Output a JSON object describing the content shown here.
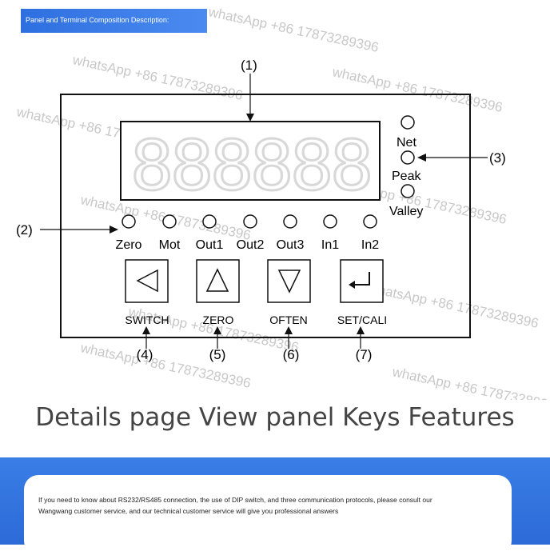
{
  "header": {
    "title": "Panel and Terminal Composition Description:"
  },
  "callouts": [
    "(1)",
    "(2)",
    "(3)",
    "(4)",
    "(5)",
    "(6)",
    "(7)"
  ],
  "display": {
    "digits": "888888"
  },
  "status_leds": [
    "Net",
    "Peak",
    "Valley"
  ],
  "indicator_leds": [
    "Zero",
    "Mot",
    "Out1",
    "Out2",
    "Out3",
    "In1",
    "In2"
  ],
  "keys": [
    {
      "label": "SWITCH",
      "icon": "left-triangle-icon"
    },
    {
      "label": "ZERO",
      "icon": "up-triangle-icon"
    },
    {
      "label": "OFTEN",
      "icon": "down-triangle-icon"
    },
    {
      "label": "SET/CALI",
      "icon": "enter-icon"
    }
  ],
  "title": "Details page View panel Keys Features",
  "footer": {
    "text": "If you need to know about RS232/RS485 connection, the use of DIP switch, and three communication protocols, please consult our Wangwang customer service, and our technical customer service will give you professional answers"
  },
  "watermark": "whatsApp +86 17873289396"
}
